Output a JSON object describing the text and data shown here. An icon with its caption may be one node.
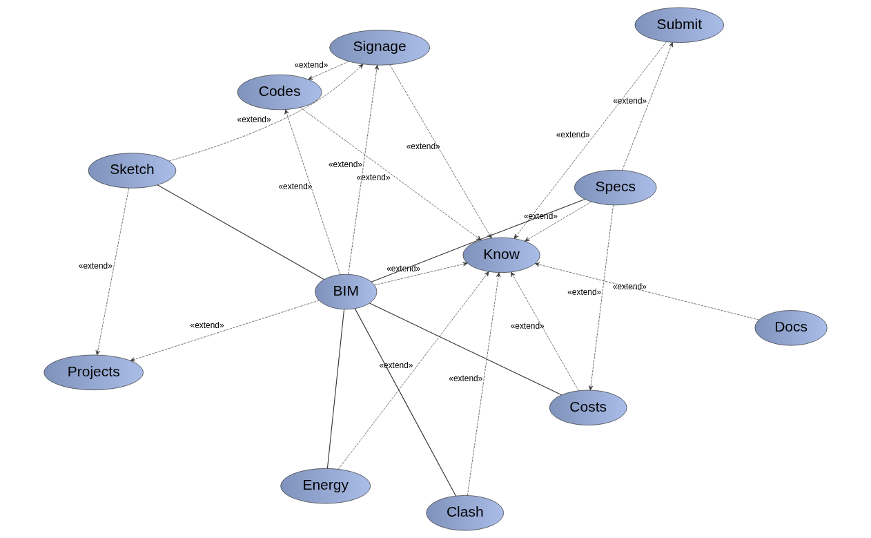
{
  "diagram": {
    "nodes": [
      {
        "text": [
          "Sketch"
        ]
      },
      {
        "text": [
          "Signage"
        ]
      },
      {
        "text": [
          "Projects"
        ]
      },
      {
        "text": [
          "Know"
        ]
      },
      {
        "text": [
          "BIM"
        ]
      },
      {
        "text": [
          "Submit"
        ]
      },
      {
        "text": [
          "Energy"
        ]
      },
      {
        "text": [
          "Specs"
        ]
      },
      {
        "text": [
          "Clash"
        ]
      },
      {
        "text": [
          "Docs"
        ]
      },
      {
        "text": [
          "Costs"
        ]
      },
      {
        "text": [
          "Codes"
        ]
      }
    ],
    "edges": [
      {
        "from": 0,
        "to": 1,
        "arrow": "to",
        "label": "«extend»",
        "style": "dashed"
      },
      {
        "from": 0,
        "to": 2,
        "arrow": "to",
        "label": "«extend»",
        "style": "dashed"
      },
      {
        "from": 0,
        "to": 4,
        "arrow": "none"
      },
      {
        "from": 4,
        "to": 1,
        "arrow": "to",
        "label": "«extend»",
        "style": "dashed"
      },
      {
        "from": 4,
        "to": 2,
        "arrow": "to",
        "label": "«extend»",
        "style": "dashed"
      },
      {
        "from": 1,
        "to": 3,
        "arrow": "to",
        "label": "«extend»",
        "style": "dashed"
      },
      {
        "from": 4,
        "to": 3,
        "arrow": "to",
        "label": "«extend»",
        "style": "dashed"
      },
      {
        "from": 6,
        "to": 3,
        "arrow": "to",
        "label": "«extend»",
        "style": "dashed"
      },
      {
        "from": 5,
        "to": 3,
        "arrow": "to",
        "label": "«extend»",
        "style": "dashed"
      },
      {
        "from": 1,
        "to": 11,
        "arrow": "to",
        "label": "«extend»",
        "style": "dashed"
      },
      {
        "from": 8,
        "to": 3,
        "arrow": "to",
        "label": "«extend»",
        "style": "dashed"
      },
      {
        "from": 11,
        "to": 3,
        "arrow": "to",
        "label": "«extend»",
        "style": "dashed"
      },
      {
        "from": 4,
        "to": 11,
        "arrow": "to",
        "label": "«extend»",
        "style": "dashed"
      },
      {
        "from": 7,
        "to": 5,
        "arrow": "to",
        "label": "«extend»",
        "style": "dashed"
      },
      {
        "from": 7,
        "to": 3,
        "arrow": "to",
        "label": "«extend»",
        "style": "dashed"
      },
      {
        "from": 10,
        "to": 3,
        "arrow": "to",
        "label": "«extend»",
        "style": "dashed"
      },
      {
        "from": 9,
        "to": 3,
        "arrow": "to",
        "label": "«extend»",
        "style": "dashed"
      },
      {
        "from": 7,
        "to": 10,
        "arrow": "to",
        "label": "«extend»",
        "style": "dashed"
      },
      {
        "from": 4,
        "to": 7,
        "arrow": "none"
      },
      {
        "from": 4,
        "to": 10,
        "arrow": "none"
      },
      {
        "from": 4,
        "to": 6,
        "arrow": "none"
      },
      {
        "from": 4,
        "to": 8,
        "arrow": "none"
      }
    ]
  }
}
